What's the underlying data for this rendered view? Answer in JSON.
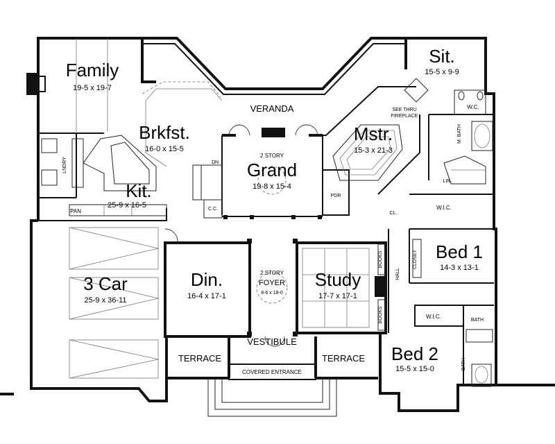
{
  "rooms": {
    "family": {
      "name": "Family",
      "dims": "19-5 x 19-7"
    },
    "sit": {
      "name": "Sit.",
      "dims": "15-5 x 9-9"
    },
    "brkfst": {
      "name": "Brkfst.",
      "dims": "16-0 x 15-5"
    },
    "grand": {
      "prefix": "2 STORY",
      "name": "Grand",
      "dims": "19-8 x 15-4"
    },
    "mstr": {
      "name": "Mstr.",
      "dims": "15-3 x 21-3"
    },
    "kit": {
      "name": "Kit.",
      "dims": "25-9 x 16-5"
    },
    "bed1": {
      "name": "Bed 1",
      "dims": "14-3 x 13-1"
    },
    "garage": {
      "name": "3 Car",
      "dims": "25-9 x 36-11"
    },
    "din": {
      "name": "Din.",
      "dims": "16-4 x 17-1"
    },
    "foyer": {
      "prefix": "2 STORY",
      "name": "FOYER",
      "dims": "8-6 x 18-0"
    },
    "study": {
      "name": "Study",
      "dims": "17-7 x 17-1"
    },
    "bed2": {
      "name": "Bed 2",
      "dims": "15-5 x 15-0"
    }
  },
  "labels": {
    "veranda": "VERANDA",
    "vestibule": "VESTIBULE",
    "terrace_left": "TERRACE",
    "terrace_right": "TERRACE",
    "covered_entrance": "COVERED ENTRANCE",
    "see_thru_1": "SEE THRU",
    "see_thru_2": "FIREPLACE",
    "wc": "W.C.",
    "m_bath": "M. BATH",
    "lin": "LIN.",
    "wic_master": "W.I.C.",
    "wic_bed": "W.I.C.",
    "bath_upper": "BATH",
    "bath_lower": "BATH",
    "cl": "CL.",
    "pdr": "PDR",
    "cc": "C.C.",
    "dn": "DN",
    "lndry": "LNDRY",
    "pan": "PAN",
    "hall": "HALL",
    "closet": "CLOSET",
    "books_top": "BOOKS",
    "books_bottom": "BOOKS"
  }
}
